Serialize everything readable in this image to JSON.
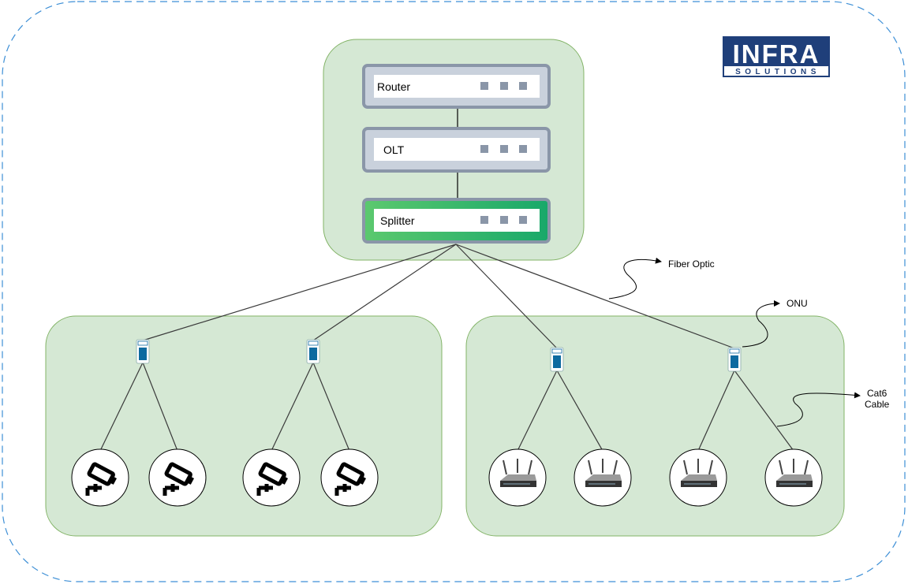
{
  "devices": {
    "router": "Router",
    "olt": "OLT",
    "splitter": "Splitter"
  },
  "annotations": {
    "fiber_optic": "Fiber Optic",
    "onu": "ONU",
    "cat6_line1": "Cat6",
    "cat6_line2": "Cable"
  },
  "logo": {
    "main": "INFRA",
    "sub": "SOLUTIONS"
  },
  "colors": {
    "zone_fill": "#d5e8d4",
    "zone_stroke": "#82b366",
    "outer_border": "#3d8fd6",
    "device_frame": "#8a96a8",
    "splitter_fill": "#2fb86a",
    "onu_blue": "#0d6aa0",
    "logo_blue": "#1f3f7a"
  },
  "icons": {
    "cameras": [
      "camera-icon",
      "camera-icon",
      "camera-icon",
      "camera-icon"
    ],
    "routers": [
      "wifi-router-icon",
      "wifi-router-icon",
      "wifi-router-icon",
      "wifi-router-icon"
    ]
  }
}
